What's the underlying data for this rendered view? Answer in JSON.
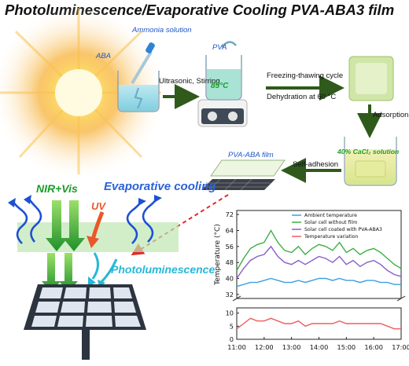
{
  "title": "Photoluminescence/Evaporative Cooling PVA-ABA3 film",
  "process": {
    "ammonia_label": "Ammonia solution",
    "aba_label": "ABA",
    "pva_label": "PVA",
    "ultrasonic_label": "Ultrasonic, Stirring",
    "temp_85": "85°C",
    "freezing_label": "Freezing-thawing cycle",
    "dehydration_label": "Dehydration at 60 °C",
    "adsorption_label": "Adsorption",
    "cacl2_label": "40% CaCl₂ solution",
    "film_label": "PVA-ABA film",
    "self_adhesion_label": "Self-adhesion"
  },
  "scene": {
    "nir_vis": "NIR+Vis",
    "uv": "UV",
    "evaporative": "Evaporative cooling",
    "photoluminescence": "Photoluminescence"
  },
  "colors": {
    "ambient": "#3aa0e0",
    "without_film": "#3cb043",
    "with_film": "#8a5fc8",
    "variation": "#ef5d5d",
    "arrow_green": "#2f6a1e",
    "arrow_red": "#e02a2a"
  },
  "chart_data": {
    "type": "line",
    "ylabel": "Temperature (°C)",
    "x_ticks": [
      "11:00",
      "12:00",
      "13:00",
      "14:00",
      "15:00",
      "16:00",
      "17:00"
    ],
    "upper_y_ticks": [
      32,
      40,
      48,
      56,
      64,
      72
    ],
    "lower_y_ticks": [
      0,
      5,
      10
    ],
    "upper_ylim": [
      30,
      74
    ],
    "lower_ylim": [
      0,
      12
    ],
    "broken_axis": true,
    "legend_position": "top-right",
    "x_hours": [
      11.0,
      11.25,
      11.5,
      11.75,
      12.0,
      12.25,
      12.5,
      12.75,
      13.0,
      13.25,
      13.5,
      13.75,
      14.0,
      14.25,
      14.5,
      14.75,
      15.0,
      15.25,
      15.5,
      15.75,
      16.0,
      16.25,
      16.5,
      16.75,
      17.0
    ],
    "series": [
      {
        "name": "Ambient temperature",
        "color": "#3aa0e0",
        "values": [
          36,
          37,
          38,
          38,
          39,
          40,
          39,
          38,
          38,
          39,
          38,
          39,
          40,
          40,
          39,
          40,
          39,
          39,
          38,
          39,
          39,
          38,
          38,
          37,
          37
        ]
      },
      {
        "name": "Solar cell without film",
        "color": "#3cb043",
        "values": [
          44,
          50,
          55,
          57,
          58,
          64,
          58,
          54,
          53,
          56,
          52,
          55,
          57,
          56,
          54,
          58,
          53,
          55,
          52,
          54,
          55,
          53,
          50,
          47,
          45
        ]
      },
      {
        "name": "Solar cell coated with PVA-ABA3",
        "color": "#8a5fc8",
        "values": [
          40,
          45,
          49,
          51,
          52,
          56,
          51,
          48,
          47,
          49,
          47,
          49,
          51,
          50,
          48,
          51,
          47,
          49,
          46,
          48,
          49,
          47,
          44,
          42,
          41
        ]
      },
      {
        "name": "Temperature variation",
        "color": "#ef5d5d",
        "values": [
          4,
          6,
          8,
          7,
          7,
          8,
          7,
          6,
          6,
          7,
          5,
          6,
          6,
          6,
          6,
          7,
          6,
          6,
          6,
          6,
          6,
          6,
          5,
          4,
          4
        ]
      }
    ]
  }
}
